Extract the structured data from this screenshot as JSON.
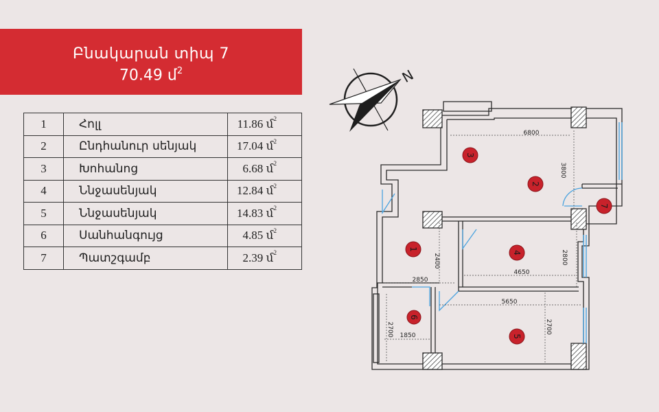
{
  "header": {
    "title": "Բնակարան տիպ 7",
    "area_value": "70.49",
    "area_unit": "մ"
  },
  "unit": "մ",
  "rooms": [
    {
      "number": "1",
      "name": "Հոլլ",
      "area": "11.86"
    },
    {
      "number": "2",
      "name": "Ընդհանուր սենյակ",
      "area": "17.04"
    },
    {
      "number": "3",
      "name": "Խոհանոց",
      "area": "6.68"
    },
    {
      "number": "4",
      "name": "Ննջասենյակ",
      "area": "12.84"
    },
    {
      "number": "5",
      "name": "Ննջասենյակ",
      "area": "14.83"
    },
    {
      "number": "6",
      "name": "Սանհանգույց",
      "area": "4.85"
    },
    {
      "number": "7",
      "name": "Պատշգամբ",
      "area": "2.39"
    }
  ],
  "compass": {
    "north_label": "N"
  },
  "dimensions": [
    "6800",
    "3800",
    "2400",
    "2800",
    "4650",
    "2850",
    "5650",
    "2700",
    "1850",
    "2700"
  ],
  "plan_markers": [
    "1",
    "2",
    "3",
    "4",
    "5",
    "6",
    "7"
  ],
  "colors": {
    "accent": "#d42c32",
    "background": "#ece6e6",
    "marker": "#c8222b",
    "window": "#4aa3df"
  }
}
